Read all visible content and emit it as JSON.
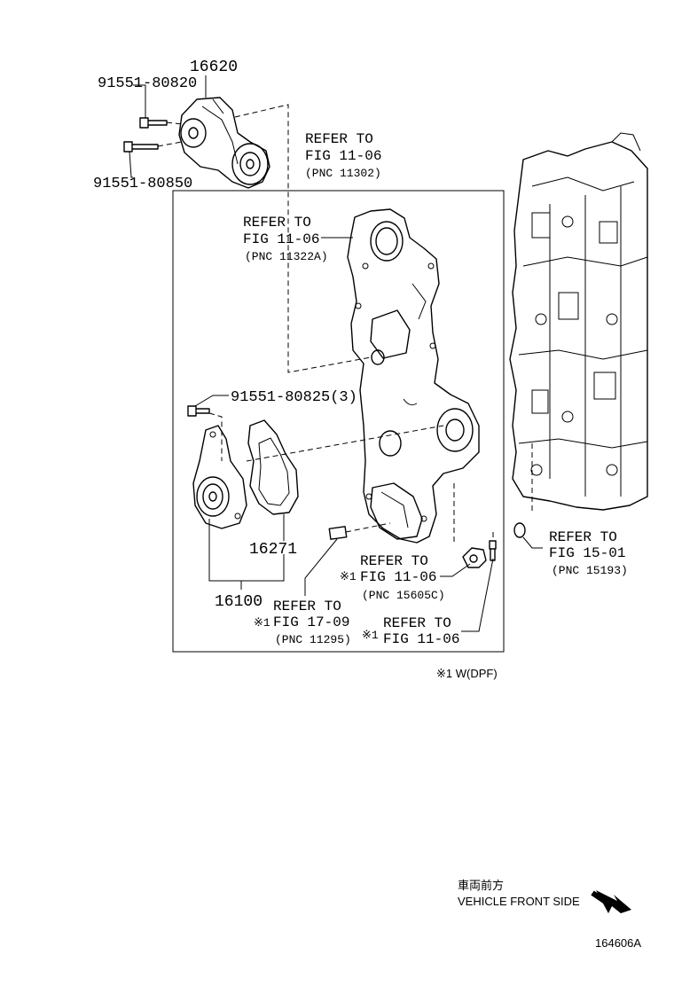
{
  "parts": {
    "p16620": "16620",
    "p91551_80820": "91551-80820",
    "p91551_80850": "91551-80850",
    "p91551_80825": "91551-80825(3)",
    "p16271": "16271",
    "p16100": "16100"
  },
  "refs": {
    "r1": {
      "line1": "REFER TO",
      "line2": "FIG 11-06",
      "pnc": "(PNC 11302)"
    },
    "r2": {
      "line1": "REFER TO",
      "line2": "FIG 11-06",
      "pnc": "(PNC 11322A)"
    },
    "r3": {
      "mark": "※1",
      "line1": "REFER TO",
      "line2": "FIG 11-06",
      "pnc": "(PNC 15605C)"
    },
    "r4": {
      "mark": "※1",
      "line1": "REFER TO",
      "line2": "FIG 17-09",
      "pnc": "(PNC 11295)"
    },
    "r5": {
      "mark": "※1",
      "line1": "REFER TO",
      "line2": "FIG 11-06"
    },
    "r6": {
      "line1": "REFER TO",
      "line2": "FIG 15-01",
      "pnc": "(PNC 15193)"
    }
  },
  "footnote": "※1 W(DPF)",
  "direction": {
    "jp": "車両前方",
    "en": "VEHICLE FRONT SIDE"
  },
  "figure_id": "164606A"
}
